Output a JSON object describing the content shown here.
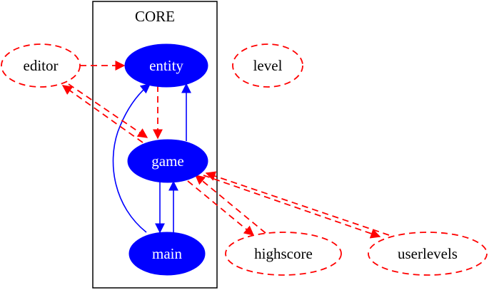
{
  "diagram": {
    "cluster": {
      "label": "CORE"
    },
    "colors": {
      "core_fill": "#0000ff",
      "core_text": "#ffffff",
      "dependency_stroke": "#ff0000",
      "core_edge": "#0000ff",
      "outer_text": "#000000",
      "cluster_border": "#000000"
    },
    "nodes": {
      "entity": "entity",
      "game": "game",
      "main": "main",
      "editor": "editor",
      "level": "level",
      "highscore": "highscore",
      "userlevels": "userlevels"
    }
  }
}
